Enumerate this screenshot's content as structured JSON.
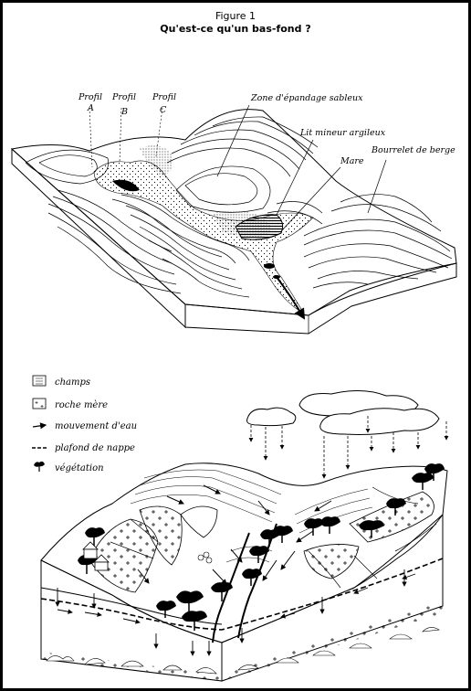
{
  "figure": {
    "label": "Figure 1",
    "title": "Qu'est-ce qu'un bas-fond ?"
  },
  "top_diagram": {
    "labels": {
      "profil_a": "Profil",
      "profil_a_letter": "A",
      "profil_b": "Profil",
      "profil_b_letter": "B",
      "profil_c": "Profil",
      "profil_c_letter": "C",
      "zone": "Zone d'épandage sableux",
      "lit": "Lit mineur argileux",
      "mare": "Mare",
      "bourrelet": "Bourrelet de berge"
    }
  },
  "legend": {
    "items": [
      {
        "icon": "champs-icon",
        "label": "champs"
      },
      {
        "icon": "roche-mere-icon",
        "label": "roche mère"
      },
      {
        "icon": "arrow-icon",
        "label": "mouvement d'eau"
      },
      {
        "icon": "dashed-line-icon",
        "label": "plafond de nappe"
      },
      {
        "icon": "tree-icon",
        "label": "végétation"
      }
    ]
  }
}
